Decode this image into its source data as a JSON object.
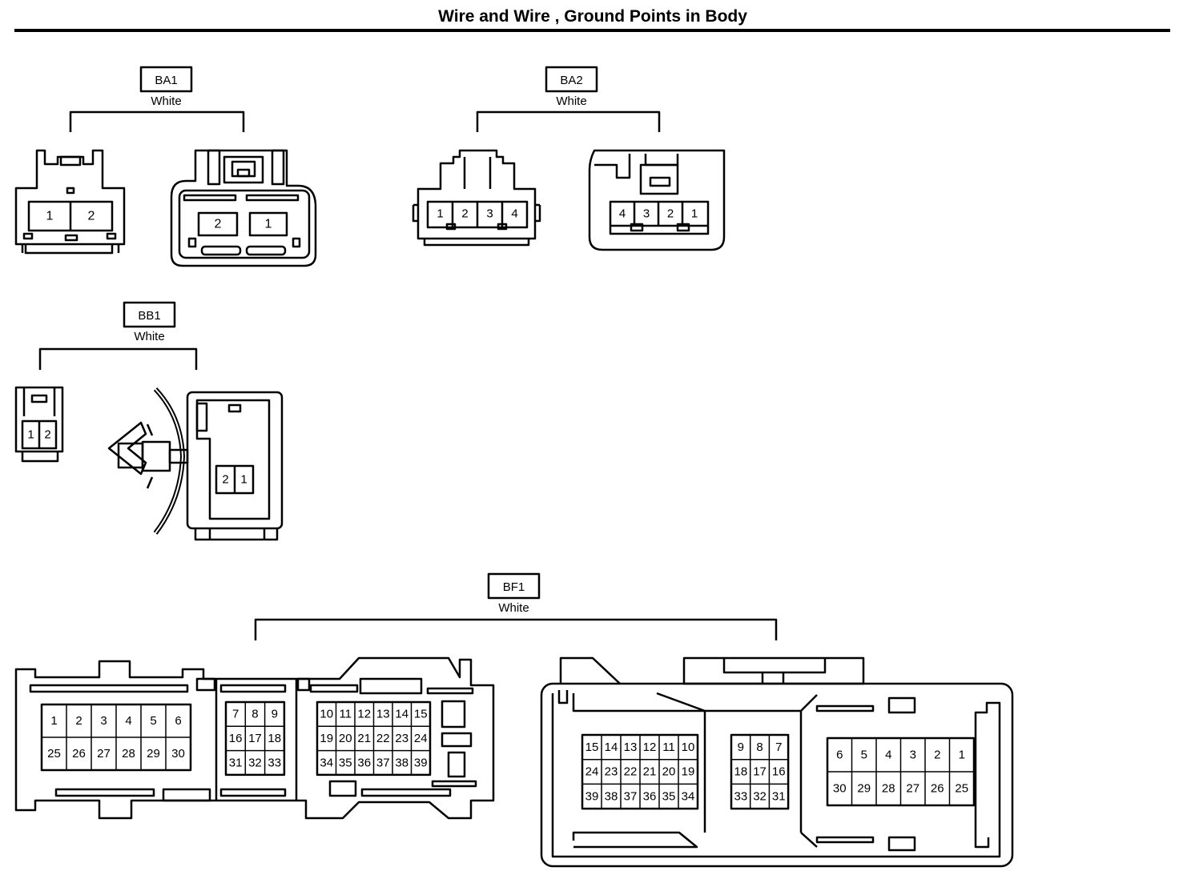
{
  "title": "Wire and Wire , Ground Points in Body",
  "connectors": {
    "BA1": {
      "id": "BA1",
      "color": "White",
      "left_pins": [
        "1",
        "2"
      ],
      "right_pins": [
        "2",
        "1"
      ]
    },
    "BA2": {
      "id": "BA2",
      "color": "White",
      "left_pins": [
        "1",
        "2",
        "3",
        "4"
      ],
      "right_pins": [
        "4",
        "3",
        "2",
        "1"
      ]
    },
    "BB1": {
      "id": "BB1",
      "color": "White",
      "left_pins": [
        "1",
        "2"
      ],
      "right_pins": [
        "2",
        "1"
      ]
    },
    "BF1": {
      "id": "BF1",
      "color": "White",
      "left_groups": [
        [
          [
            "1",
            "2",
            "3",
            "4",
            "5",
            "6"
          ],
          [
            "25",
            "26",
            "27",
            "28",
            "29",
            "30"
          ]
        ],
        [
          [
            "7",
            "8",
            "9"
          ],
          [
            "16",
            "17",
            "18"
          ],
          [
            "31",
            "32",
            "33"
          ]
        ],
        [
          [
            "10",
            "11",
            "12",
            "13",
            "14",
            "15"
          ],
          [
            "19",
            "20",
            "21",
            "22",
            "23",
            "24"
          ],
          [
            "34",
            "35",
            "36",
            "37",
            "38",
            "39"
          ]
        ]
      ],
      "right_groups": [
        [
          [
            "15",
            "14",
            "13",
            "12",
            "11",
            "10"
          ],
          [
            "24",
            "23",
            "22",
            "21",
            "20",
            "19"
          ],
          [
            "39",
            "38",
            "37",
            "36",
            "35",
            "34"
          ]
        ],
        [
          [
            "9",
            "8",
            "7"
          ],
          [
            "18",
            "17",
            "16"
          ],
          [
            "33",
            "32",
            "31"
          ]
        ],
        [
          [
            "6",
            "5",
            "4",
            "3",
            "2",
            "1"
          ],
          [
            "30",
            "29",
            "28",
            "27",
            "26",
            "25"
          ]
        ]
      ]
    }
  }
}
